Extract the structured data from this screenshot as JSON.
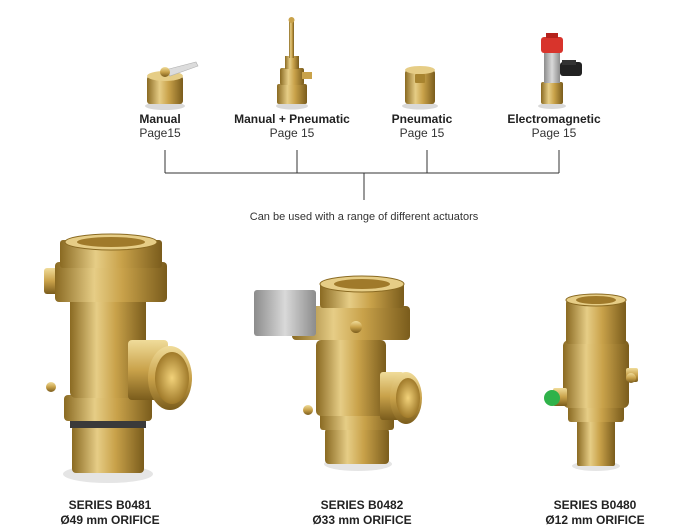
{
  "actuators": [
    {
      "name": "Manual",
      "page": "Page15",
      "icon": "manual-actuator-icon"
    },
    {
      "name": "Manual + Pneumatic",
      "page": "Page 15",
      "icon": "manual-pneumatic-actuator-icon"
    },
    {
      "name": "Pneumatic",
      "page": "Page 15",
      "icon": "pneumatic-actuator-icon"
    },
    {
      "name": "Electromagnetic",
      "page": "Page 15",
      "icon": "electromagnetic-actuator-icon"
    }
  ],
  "caption": "Can be used with a range of different actuators",
  "valves": [
    {
      "series": "SERIES B0481",
      "orifice": "Ø49 mm ORIFICE"
    },
    {
      "series": "SERIES B0482",
      "orifice": "Ø33 mm ORIFICE"
    },
    {
      "series": "SERIES B0480",
      "orifice": "Ø12 mm ORIFICE"
    }
  ],
  "colors": {
    "brass": "#c9a24a",
    "brass_dark": "#8a6a22",
    "brass_light": "#e6cd86",
    "red_cap": "#d8342c",
    "green_plug": "#2fb24a",
    "steel": "#a8a8a8"
  }
}
